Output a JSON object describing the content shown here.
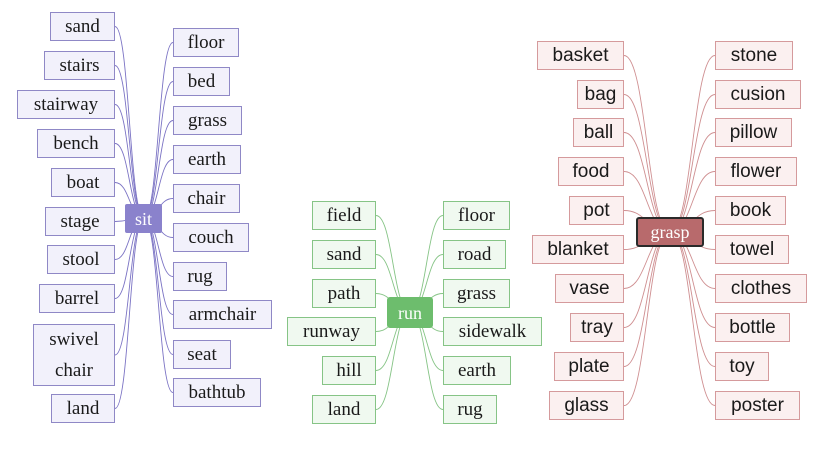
{
  "colors": {
    "sit": {
      "center_bg": "#8a82cc",
      "leaf_bg": "#f2f1fb",
      "leaf_border": "#8f88c6",
      "edge": "#7b73c4"
    },
    "run": {
      "center_bg": "#6dbd6d",
      "leaf_bg": "#f0f9f0",
      "leaf_border": "#86c486",
      "edge": "#86c486"
    },
    "grasp": {
      "center_bg": "#b86a6c",
      "leaf_bg": "#fbf0f0",
      "leaf_border": "#d59a9c",
      "edge": "#cf8f91"
    }
  },
  "groups": [
    {
      "id": "sit",
      "center": "sit",
      "left": [
        "sand",
        "stairs",
        "stairway",
        "bench",
        "boat",
        "stage",
        "stool",
        "barrel",
        "swivel chair",
        "land"
      ],
      "right": [
        "floor",
        "bed",
        "grass",
        "earth",
        "chair",
        "couch",
        "rug",
        "armchair",
        "seat",
        "bathtub"
      ]
    },
    {
      "id": "run",
      "center": "run",
      "left": [
        "field",
        "sand",
        "path",
        "runway",
        "hill",
        "land"
      ],
      "right": [
        "floor",
        "road",
        "grass",
        "sidewalk",
        "earth",
        "rug"
      ]
    },
    {
      "id": "grasp",
      "center": "grasp",
      "left": [
        "basket",
        "bag",
        "ball",
        "food",
        "pot",
        "blanket",
        "vase",
        "tray",
        "plate",
        "glass"
      ],
      "right": [
        "stone",
        "cusion",
        "pillow",
        "flower",
        "book",
        "towel",
        "clothes",
        "bottle",
        "toy",
        "poster"
      ]
    }
  ]
}
